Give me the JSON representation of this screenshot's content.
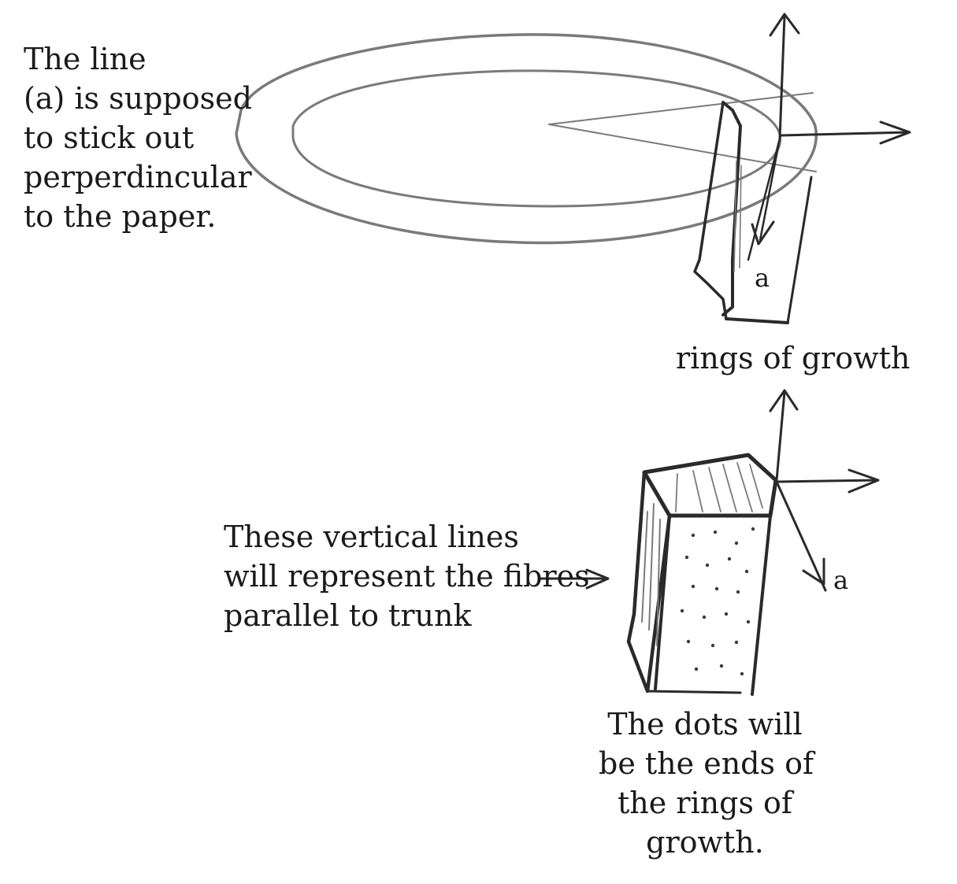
{
  "top_note": {
    "lines": [
      "The line",
      "(a) is supposed",
      "to stick out",
      "perperdincular",
      "to the paper."
    ]
  },
  "ring_label": "rings of growth",
  "axis_label_top": "a",
  "fibres_note": {
    "lines": [
      "These vertical lines",
      "will represent the fibres",
      "parallel to trunk"
    ]
  },
  "axis_label_bottom": "a",
  "dots_note": {
    "lines": [
      "The dots will",
      "be the ends of",
      "the rings of",
      "growth."
    ]
  }
}
